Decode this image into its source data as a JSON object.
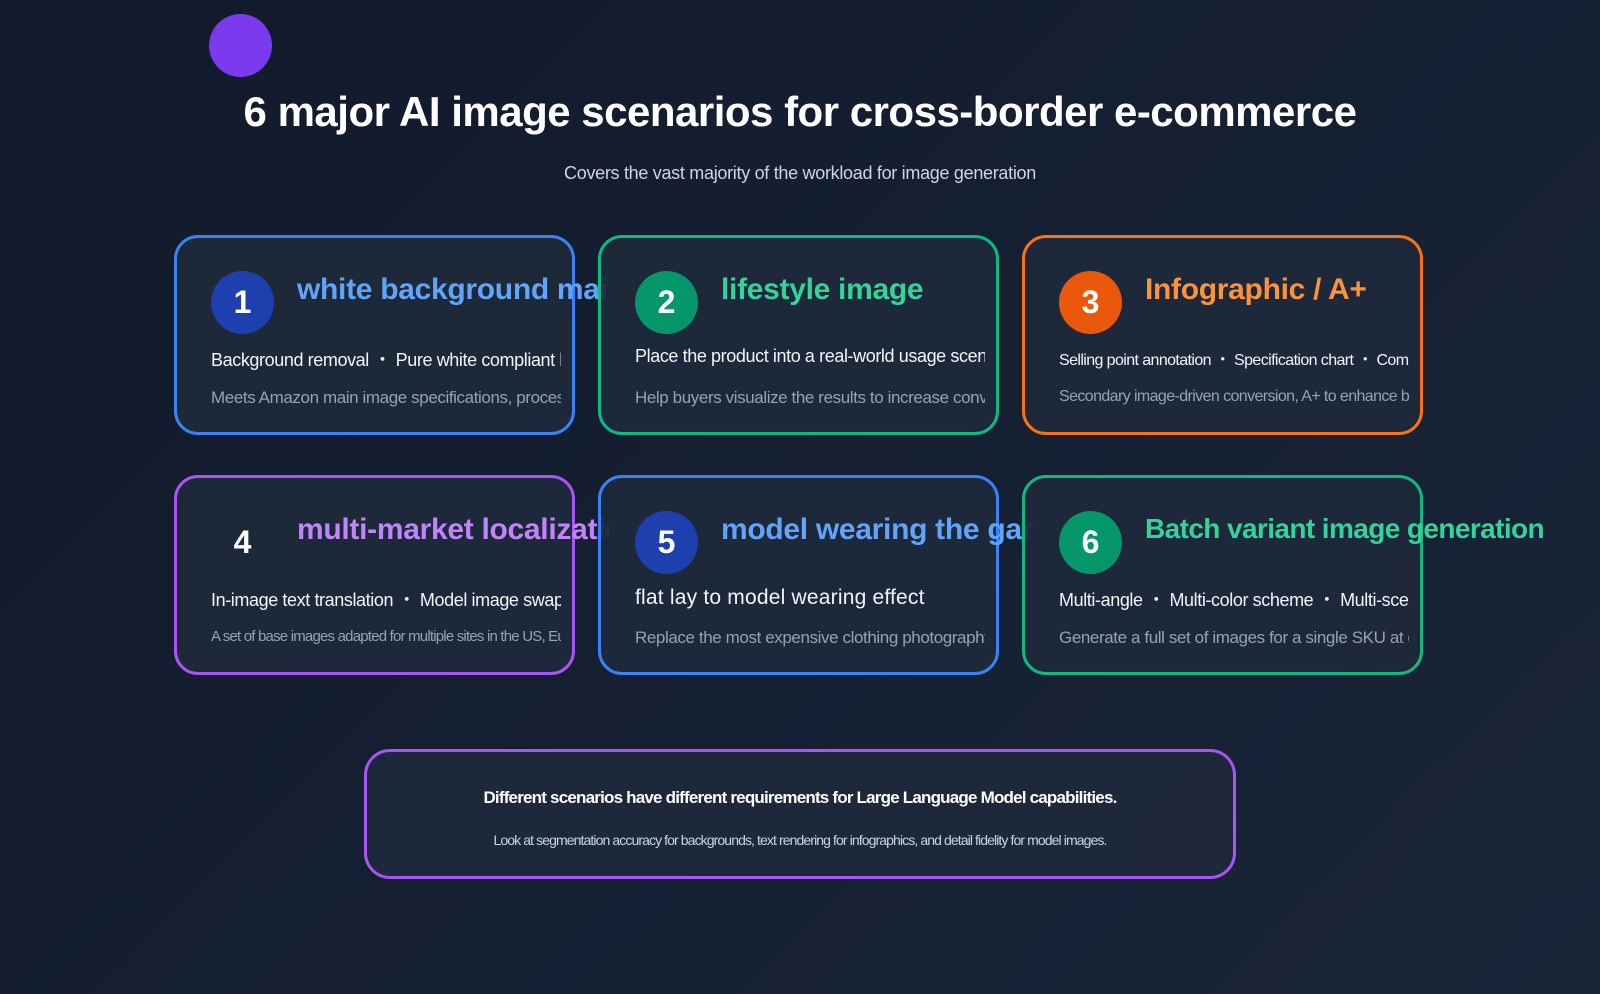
{
  "header": {
    "title": "6 major AI image scenarios for cross-border e-commerce",
    "subtitle": "Covers the vast majority of the workload for image generation"
  },
  "colors": {
    "blue": "#3b82f6",
    "green": "#10b981",
    "orange": "#f97316",
    "purple": "#a855f7",
    "badge_blue": "#1e40af",
    "badge_green": "#059669",
    "badge_orange": "#ea580c",
    "title_blue": "#60a5fa",
    "title_green": "#34d399",
    "title_orange": "#fb923c",
    "title_purple": "#c084fc"
  },
  "cards": [
    {
      "number": "1",
      "title": "white background main image",
      "description": "Background removal ・ Pure white compliant background",
      "note": "Meets Amazon main image specifications, processed in seconds"
    },
    {
      "number": "2",
      "title": "lifestyle image",
      "description": "Place the product into a real-world usage scenario",
      "note": "Help buyers visualize the results to increase conversion."
    },
    {
      "number": "3",
      "title": "Infographic / A+",
      "description": "Selling point annotation ・ Specification chart ・ Comparison chart",
      "note": "Secondary image-driven conversion, A+ to enhance brand feel"
    },
    {
      "number": "4",
      "title": "multi-market localization",
      "description": "In-image text translation ・ Model image swapping",
      "note": "A set of base images adapted for multiple sites in the US, Europe, and Japan"
    },
    {
      "number": "5",
      "title": "model wearing the garment",
      "description": "flat lay to model wearing effect",
      "note": "Replace the most expensive clothing photography"
    },
    {
      "number": "6",
      "title": "Batch variant image generation",
      "description": "Multi-angle ・ Multi-color scheme ・ Multi-scenario",
      "note": "Generate a full set of images for a single SKU at once"
    }
  ],
  "callout": {
    "main": "Different scenarios have different requirements for Large Language Model capabilities.",
    "sub": "Look at segmentation accuracy for backgrounds, text rendering for infographics, and detail fidelity for model images."
  }
}
